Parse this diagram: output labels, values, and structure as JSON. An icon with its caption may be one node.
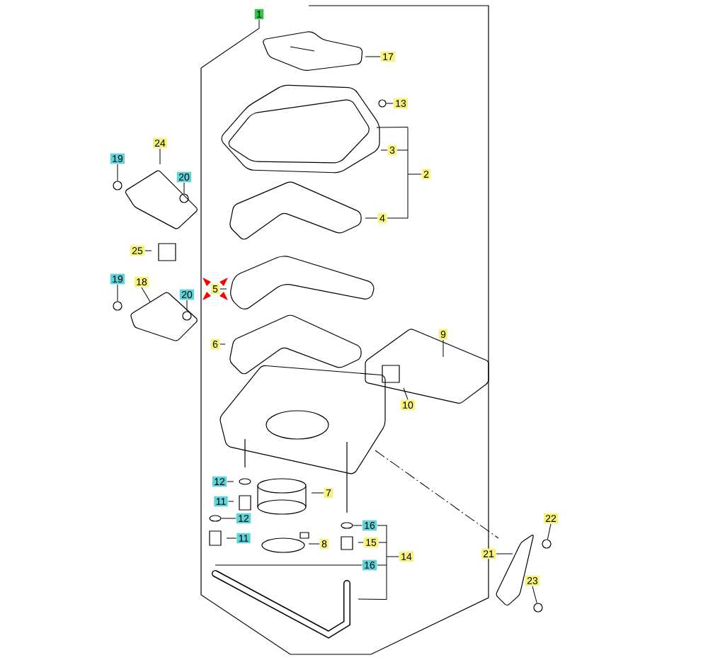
{
  "diagram": {
    "nodes": [
      {
        "text": [
          "1"
        ]
      },
      {
        "text": [
          "17"
        ]
      },
      {
        "text": [
          "13"
        ]
      },
      {
        "text": [
          "3"
        ]
      },
      {
        "text": [
          "2"
        ]
      },
      {
        "text": [
          "4"
        ]
      },
      {
        "text": [
          "24"
        ]
      },
      {
        "text": [
          "19"
        ]
      },
      {
        "text": [
          "20"
        ]
      },
      {
        "text": [
          "25"
        ]
      },
      {
        "text": [
          "19"
        ]
      },
      {
        "text": [
          "18"
        ]
      },
      {
        "text": [
          "20"
        ]
      },
      {
        "text": [
          "5"
        ]
      },
      {
        "text": [
          "6"
        ]
      },
      {
        "text": [
          "9"
        ]
      },
      {
        "text": [
          "10"
        ]
      },
      {
        "text": [
          "12"
        ]
      },
      {
        "text": [
          "7"
        ]
      },
      {
        "text": [
          "11"
        ]
      },
      {
        "text": [
          "12"
        ]
      },
      {
        "text": [
          "11"
        ]
      },
      {
        "text": [
          "8"
        ]
      },
      {
        "text": [
          "16"
        ]
      },
      {
        "text": [
          "15"
        ]
      },
      {
        "text": [
          "14"
        ]
      },
      {
        "text": [
          "16"
        ]
      },
      {
        "text": [
          "21"
        ]
      },
      {
        "text": [
          "22"
        ]
      },
      {
        "text": [
          "23"
        ]
      },
      {
        "text": [],
        "shape": "bar"
      },
      {
        "text": [],
        "shape": "bar"
      },
      {
        "text": [],
        "shape": "circle"
      },
      {
        "text": [],
        "shape": "circle"
      },
      {
        "text": [],
        "shape": "circle"
      },
      {
        "text": [],
        "shape": "circle"
      },
      {
        "text": [],
        "shape": "circle"
      },
      {
        "text": [],
        "shape": "circle"
      },
      {
        "text": [],
        "shape": "circle"
      },
      {
        "text": [],
        "shape": "circle"
      },
      {
        "text": [],
        "shape": "circle"
      }
    ],
    "edges": [
      {
        "from": 0,
        "to": null,
        "arrow": "none"
      },
      {
        "from": 1,
        "to": null,
        "arrow": "none"
      },
      {
        "from": 2,
        "to": 32,
        "arrow": "none"
      },
      {
        "from": 3,
        "to": null,
        "arrow": "none"
      },
      {
        "from": 4,
        "to": 30,
        "arrow": "none"
      },
      {
        "from": 5,
        "to": null,
        "arrow": "none"
      },
      {
        "from": 6,
        "to": null,
        "arrow": "none"
      },
      {
        "from": 7,
        "to": 33,
        "arrow": "none"
      },
      {
        "from": 8,
        "to": 34,
        "arrow": "none"
      },
      {
        "from": 9,
        "to": null,
        "arrow": "none"
      },
      {
        "from": 10,
        "to": 35,
        "arrow": "none"
      },
      {
        "from": 11,
        "to": null,
        "arrow": "none"
      },
      {
        "from": 12,
        "to": 36,
        "arrow": "none"
      },
      {
        "from": 13,
        "to": null,
        "arrow": "none"
      },
      {
        "from": 14,
        "to": null,
        "arrow": "none"
      },
      {
        "from": 15,
        "to": null,
        "arrow": "none"
      },
      {
        "from": 16,
        "to": null,
        "arrow": "none"
      },
      {
        "from": 17,
        "to": null,
        "arrow": "none"
      },
      {
        "from": 18,
        "to": null,
        "arrow": "none"
      },
      {
        "from": 19,
        "to": null,
        "arrow": "none"
      },
      {
        "from": 20,
        "to": 39,
        "arrow": "none"
      },
      {
        "from": 21,
        "to": null,
        "arrow": "none"
      },
      {
        "from": 22,
        "to": null,
        "arrow": "none"
      },
      {
        "from": 23,
        "to": 40,
        "arrow": "none"
      },
      {
        "from": 24,
        "to": null,
        "arrow": "none"
      },
      {
        "from": 25,
        "to": 31,
        "arrow": "none"
      },
      {
        "from": 26,
        "to": null,
        "arrow": "none"
      },
      {
        "from": 27,
        "to": null,
        "arrow": "none"
      },
      {
        "from": 28,
        "to": 37,
        "arrow": "none"
      },
      {
        "from": 29,
        "to": 38,
        "arrow": "none"
      },
      {
        "from": 5,
        "to": 30,
        "arrow": "none"
      },
      {
        "from": 30,
        "to": null,
        "arrow": "none"
      },
      {
        "from": 23,
        "to": 31,
        "arrow": "none"
      },
      {
        "from": 24,
        "to": 31,
        "arrow": "none"
      },
      {
        "from": 26,
        "to": 31,
        "arrow": "none"
      },
      {
        "from": 31,
        "to": null,
        "arrow": "none"
      },
      {
        "from": 3,
        "to": 30,
        "arrow": "none"
      }
    ]
  }
}
